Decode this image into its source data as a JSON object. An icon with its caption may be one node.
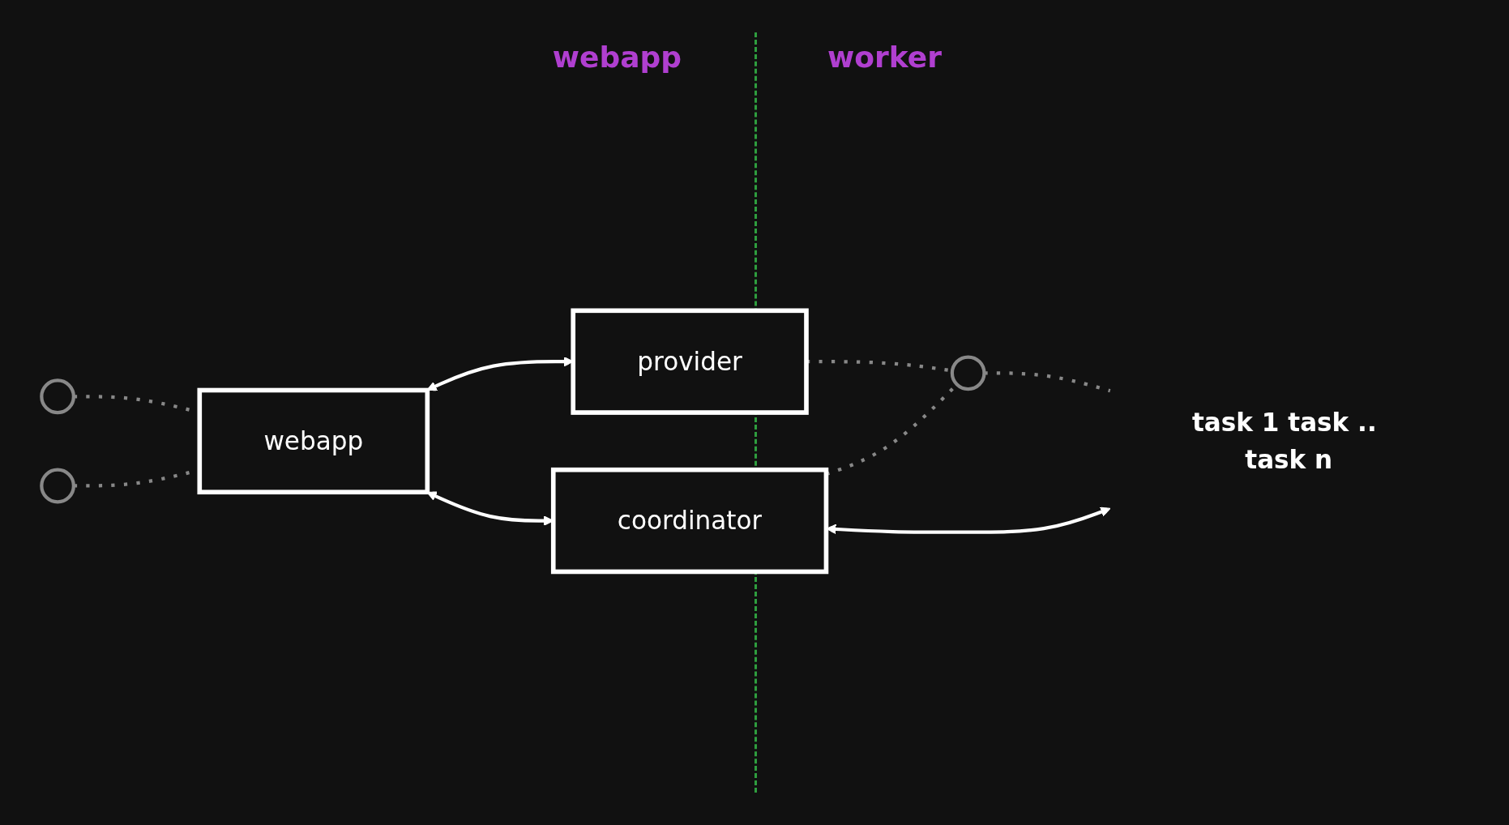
{
  "diagram": {
    "nodes": [
      {
        "text": [],
        "shape": "circle"
      },
      {
        "text": [],
        "shape": "circle"
      },
      {
        "text": [
          "webapp"
        ]
      },
      {
        "text": [
          "provider"
        ]
      },
      {
        "text": [
          "coordinator"
        ]
      },
      {
        "text": [],
        "shape": "circle"
      },
      {
        "text": [
          "task 1 task .. task n"
        ]
      }
    ],
    "edges": [
      {
        "from": 0,
        "to": 2,
        "arrow": "none",
        "style": "dashed"
      },
      {
        "from": 1,
        "to": 2,
        "arrow": "none",
        "style": "dashed"
      },
      {
        "from": 2,
        "to": 3,
        "arrow": "both",
        "color": "#ffffff"
      },
      {
        "from": 2,
        "to": 4,
        "arrow": "both",
        "color": "#ffffff"
      },
      {
        "from": 3,
        "to": 5,
        "arrow": "none",
        "style": "dashed"
      },
      {
        "from": 4,
        "to": 5,
        "arrow": "none",
        "style": "dashed"
      },
      {
        "from": 5,
        "to": 6,
        "arrow": "none",
        "style": "dashed"
      },
      {
        "from": 4,
        "to": 6,
        "arrow": "both",
        "color": "#ffffff"
      }
    ],
    "labels": [
      "webapp",
      "worker"
    ]
  }
}
